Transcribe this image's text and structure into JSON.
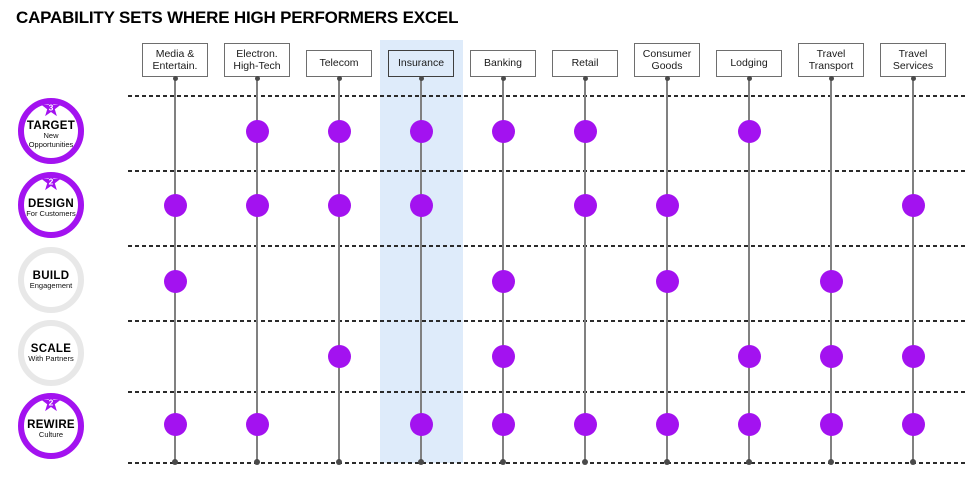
{
  "title": "CAPABILITY SETS WHERE HIGH PERFORMERS EXCEL",
  "colors": {
    "purple": "#A312F0",
    "gray_ring": "#E8E8E8",
    "vertical_line": "#808080",
    "dashed_line": "#2B2B2B",
    "box_border": "#6E6E6E",
    "highlight_box_border": "#3F3F3F",
    "highlight_band": "#DEEBFA",
    "connector_dot": "#4A4A4A"
  },
  "chart_data": {
    "type": "heatmap",
    "title": "CAPABILITY SETS WHERE HIGH PERFORMERS EXCEL",
    "legend_position": "left",
    "grid": "dashed-horizontal",
    "columns": [
      {
        "id": "media-entertainment",
        "label_lines": [
          "Media &",
          "Entertain."
        ]
      },
      {
        "id": "electronics-high-tech",
        "label_lines": [
          "Electron.",
          "High-Tech"
        ]
      },
      {
        "id": "telecom",
        "label_lines": [
          "Telecom"
        ]
      },
      {
        "id": "insurance",
        "label_lines": [
          "Insurance"
        ],
        "highlighted": true
      },
      {
        "id": "banking",
        "label_lines": [
          "Banking"
        ]
      },
      {
        "id": "retail",
        "label_lines": [
          "Retail"
        ]
      },
      {
        "id": "consumer-goods",
        "label_lines": [
          "Consumer",
          "Goods"
        ]
      },
      {
        "id": "lodging",
        "label_lines": [
          "Lodging"
        ]
      },
      {
        "id": "travel-transport",
        "label_lines": [
          "Travel",
          "Transport"
        ]
      },
      {
        "id": "travel-services",
        "label_lines": [
          "Travel",
          "Services"
        ]
      }
    ],
    "rows": [
      {
        "id": "target",
        "label": "TARGET",
        "sublabel": "New Opportunities",
        "ring": "purple",
        "star_badge": "3"
      },
      {
        "id": "design",
        "label": "DESIGN",
        "sublabel": "For Customers",
        "ring": "purple",
        "star_badge": "2"
      },
      {
        "id": "build",
        "label": "BUILD",
        "sublabel": "Engagement",
        "ring": "gray",
        "star_badge": null
      },
      {
        "id": "scale",
        "label": "SCALE",
        "sublabel": "With Partners",
        "ring": "gray",
        "star_badge": null
      },
      {
        "id": "rewire",
        "label": "REWIRE",
        "sublabel": "Culture",
        "ring": "purple",
        "star_badge": "2"
      }
    ],
    "matrix": [
      [
        0,
        1,
        1,
        1,
        1,
        1,
        0,
        1,
        0,
        0
      ],
      [
        1,
        1,
        1,
        1,
        0,
        1,
        1,
        0,
        0,
        1
      ],
      [
        1,
        0,
        0,
        0,
        1,
        0,
        1,
        0,
        1,
        0
      ],
      [
        0,
        0,
        1,
        0,
        1,
        0,
        0,
        1,
        1,
        1
      ],
      [
        1,
        1,
        0,
        1,
        1,
        1,
        1,
        1,
        1,
        1
      ]
    ],
    "highlighted_column": "Insurance"
  }
}
